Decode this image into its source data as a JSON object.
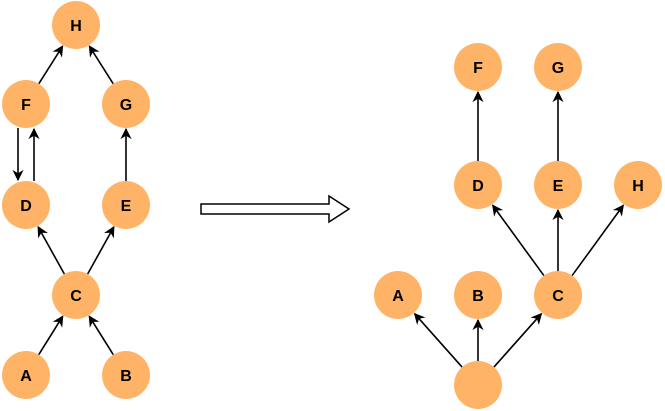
{
  "colors": {
    "node_fill": "#FFB366",
    "edge": "#000000",
    "transform_arrow_fill": "#FFFFFF"
  },
  "left_graph": {
    "nodes": [
      "H",
      "F",
      "G",
      "D",
      "E",
      "C",
      "A",
      "B"
    ],
    "edges": [
      [
        "F",
        "H"
      ],
      [
        "G",
        "H"
      ],
      [
        "F",
        "D"
      ],
      [
        "D",
        "F"
      ],
      [
        "E",
        "G"
      ],
      [
        "C",
        "D"
      ],
      [
        "C",
        "E"
      ],
      [
        "A",
        "C"
      ],
      [
        "B",
        "C"
      ]
    ]
  },
  "right_graph": {
    "nodes": [
      "F",
      "G",
      "D",
      "E",
      "H",
      "A",
      "B",
      "C",
      ""
    ],
    "edges": [
      [
        "D",
        "F"
      ],
      [
        "E",
        "G"
      ],
      [
        "C",
        "D"
      ],
      [
        "C",
        "E"
      ],
      [
        "C",
        "H"
      ],
      [
        "root",
        "A"
      ],
      [
        "root",
        "B"
      ],
      [
        "root",
        "C"
      ]
    ]
  }
}
